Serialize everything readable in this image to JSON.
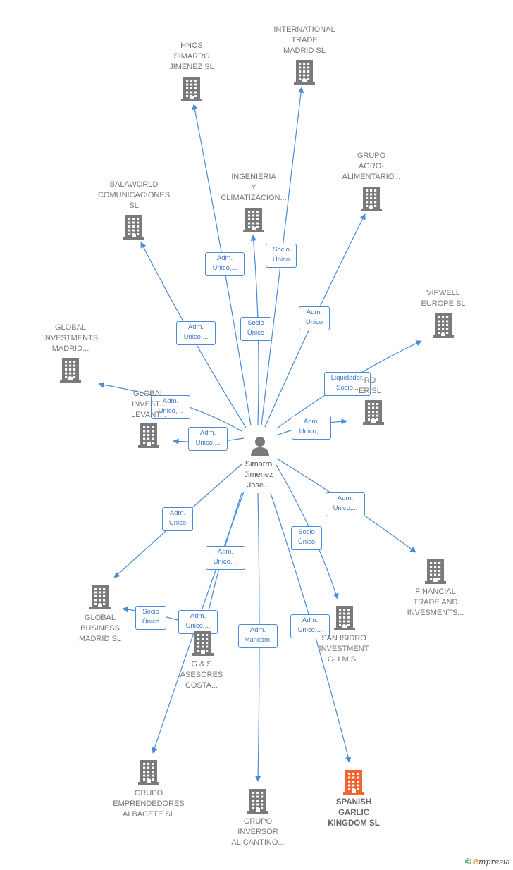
{
  "colors": {
    "edge": "#4a8bd6",
    "building": "#7a7a7a",
    "building_highlight": "#f26530",
    "person": "#7a7a7a"
  },
  "center": {
    "name": "Simarro\nJimenez\nJose...",
    "icon": "person-icon"
  },
  "nodes": [
    {
      "id": "hnos",
      "label": "HNOS\nSIMARRO\nJIMENEZ SL",
      "icon": "building-icon"
    },
    {
      "id": "itm",
      "label": "INTERNATIONAL\nTRADE\nMADRID  SL",
      "icon": "building-icon"
    },
    {
      "id": "grupoagro",
      "label": "GRUPO\nAGRO-\nALIMENTARIO...",
      "icon": "building-icon"
    },
    {
      "id": "ingenieria",
      "label": "INGENIERIA\nY\nCLIMATIZACION...",
      "icon": "building-icon"
    },
    {
      "id": "balaworld",
      "label": "BALAWORLD\nCOMUNICACIONES\nSL",
      "icon": "building-icon"
    },
    {
      "id": "vipwell",
      "label": "VIPWELL\nEUROPE SL",
      "icon": "building-icon"
    },
    {
      "id": "gim",
      "label": "GLOBAL\nINVESTMENTS\nMADRID...",
      "icon": "building-icon"
    },
    {
      "id": "gil",
      "label": "GLOBAL\nINVEST...\nLEVANT...",
      "icon": "building-icon"
    },
    {
      "id": "ro",
      "label": "RO\nER  SL",
      "icon": "building-icon"
    },
    {
      "id": "ftai",
      "label": "FINANCIAL\nTRADE AND\nINVESMENTS...",
      "icon": "building-icon"
    },
    {
      "id": "gbm",
      "label": "GLOBAL\nBUSINESS\nMADRID  SL",
      "icon": "building-icon"
    },
    {
      "id": "gs",
      "label": "G & S\nASESORES\nCOSTA...",
      "icon": "building-icon"
    },
    {
      "id": "sanisidro",
      "label": "SAN ISIDRO\nINVESTMENT\nC- LM  SL",
      "icon": "building-icon"
    },
    {
      "id": "gea",
      "label": "GRUPO\nEMPRENDEDORES\nALBACETE  SL",
      "icon": "building-icon"
    },
    {
      "id": "gia",
      "label": "GRUPO\nINVERSOR\nALICANTINO...",
      "icon": "building-icon"
    },
    {
      "id": "sgk",
      "label": "SPANISH\nGARLIC\nKINGDOM  SL",
      "icon": "building-icon",
      "highlight": true
    }
  ],
  "edges": [
    {
      "target": "hnos",
      "label": "Adm.\nUnico,..."
    },
    {
      "target": "itm",
      "label": "Socio\nÚnico"
    },
    {
      "target": "grupoagro",
      "label": "Adm.\nUnico"
    },
    {
      "target": "ingenieria",
      "label": "Socio\nÚnico"
    },
    {
      "target": "balaworld",
      "label": "Adm.\nUnico,..."
    },
    {
      "target": "vipwell",
      "label": "Liquidador,\nSocio..."
    },
    {
      "target": "gim",
      "label": "Adm.\nUnico,..."
    },
    {
      "target": "gil",
      "label": "Adm.\nUnico,..."
    },
    {
      "target": "ro",
      "label": "Adm.\nUnico,..."
    },
    {
      "target": "ftai",
      "label": "Adm.\nUnico,..."
    },
    {
      "target": "gbm",
      "label": "Adm.\nUnico"
    },
    {
      "target": "gea",
      "label": "Adm.\nUnico,..."
    },
    {
      "target": "gs",
      "label": "Socio\nÚnico"
    },
    {
      "target": "gs",
      "label": "Adm.\nUnico,..."
    },
    {
      "target": "sanisidro",
      "label": "Socio\nÚnico"
    },
    {
      "target": "gia",
      "label": "Adm.\nMancom."
    },
    {
      "target": "sgk",
      "label": "Adm.\nUnico,..."
    }
  ],
  "footer": {
    "copyright": "©",
    "brand_initial": "e",
    "brand_rest": "mpresia"
  }
}
